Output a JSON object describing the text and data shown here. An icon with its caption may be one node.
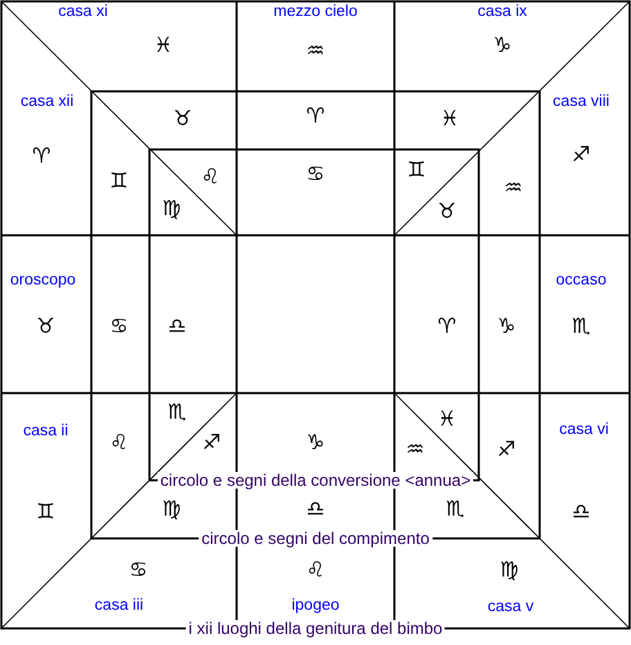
{
  "diagram": {
    "labels": [
      "casa xi",
      "mezzo cielo",
      "casa ix",
      "♓",
      "♒",
      "♑",
      "casa xii",
      "casa viii",
      "♉",
      "♈",
      "♓",
      "♈",
      "♊",
      "♌",
      "♋",
      "♊",
      "♒",
      "♐",
      "♍",
      "♉",
      "oroscopo",
      "occaso",
      "♉",
      "♋",
      "♎",
      "♈",
      "♑",
      "♏",
      "casa ii",
      "casa vi",
      "♏",
      "♌",
      "♐",
      "♑",
      "♓",
      "♒",
      "♐",
      "circolo e segni della conversione <annua>",
      "♊",
      "♍",
      "♎",
      "♏",
      "♎",
      "circolo e segni del compimento",
      "♋",
      "♌",
      "♍",
      "casa iii",
      "ipogeo",
      "casa v",
      "i xii luoghi della genitura del bimbo"
    ]
  }
}
